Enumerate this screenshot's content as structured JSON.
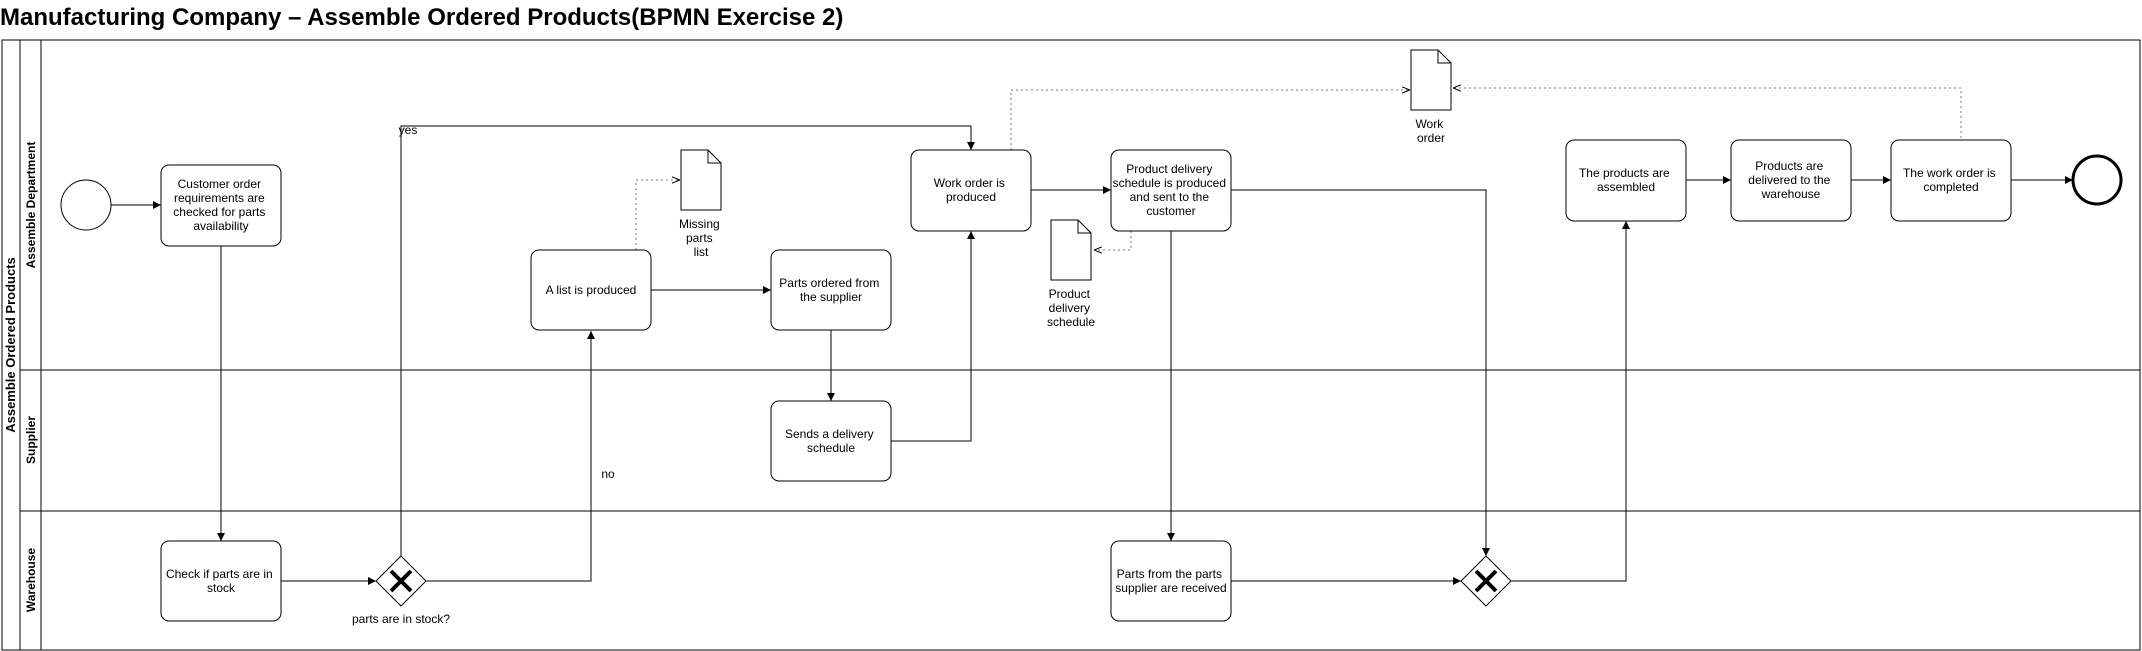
{
  "title": "Manufacturing Company – Assemble Ordered Products(BPMN Exercise 2)",
  "pool": {
    "label": "Assemble Ordered Products"
  },
  "lanes": [
    {
      "label": "Assemble Department"
    },
    {
      "label": "Supplier"
    },
    {
      "label": "Warehouse"
    }
  ],
  "tasks": {
    "check_requirements": [
      "Customer order",
      "requirements are",
      "checked for parts",
      "availability"
    ],
    "check_stock": [
      "Check if parts are in",
      "stock"
    ],
    "list_produced": [
      "A list is produced"
    ],
    "parts_ordered": [
      "Parts ordered from",
      "the supplier"
    ],
    "delivery_schedule": [
      "Sends a delivery",
      "schedule"
    ],
    "work_order": [
      "Work order is",
      "produced"
    ],
    "product_schedule": [
      "Product delivery",
      "schedule is produced",
      "and sent to the",
      "customer"
    ],
    "parts_received": [
      "Parts from the parts",
      "supplier are received"
    ],
    "assembled": [
      "The products are",
      "assembled"
    ],
    "delivered": [
      "Products are",
      "delivered to the",
      "warehouse"
    ],
    "completed": [
      "The work order is",
      "completed"
    ]
  },
  "data_objects": {
    "missing_parts": [
      "Missing",
      "parts",
      "list"
    ],
    "product_schedule": [
      "Product",
      "delivery",
      "schedule"
    ],
    "work_order": [
      "Work",
      "order"
    ]
  },
  "gateway_labels": {
    "in_stock": "parts are in stock?",
    "yes": "yes",
    "no": "no"
  }
}
